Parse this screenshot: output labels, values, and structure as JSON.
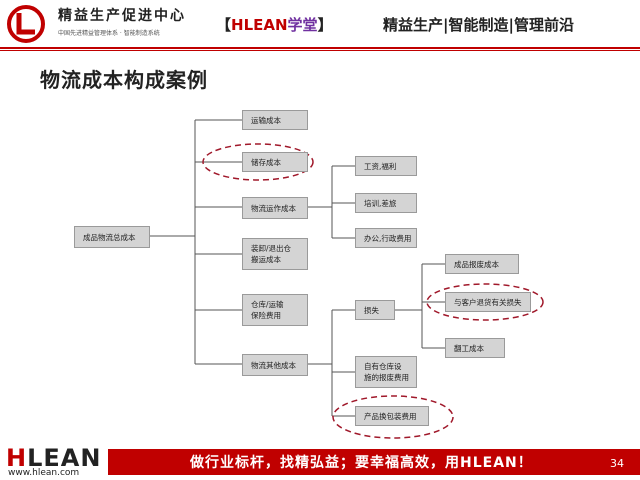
{
  "header": {
    "org_name": "精益生产促进中心",
    "org_sub": "中国先进精益管理体系 · 智能制造系统",
    "brand_open": "【",
    "brand_h": "H",
    "brand_lean": "LEAN",
    "brand_school": "学堂",
    "brand_close": "】",
    "tagline": "精益生产|智能制造|管理前沿"
  },
  "title": "物流成本构成案例",
  "diagram": {
    "root": "成品物流总成本",
    "level1": [
      "运输成本",
      "储存成本",
      "物流运作成本",
      "装卸/退出仓\n搬运成本",
      "仓库/运输\n保险费用",
      "物流其他成本"
    ],
    "ops_children": [
      "工资,福利",
      "培训,差旅",
      "办公,行政费用"
    ],
    "other_children": [
      "损失",
      "自有仓库设\n施的报废费用",
      "产品换包装费用"
    ],
    "loss_children": [
      "成品报废成本",
      "与客户退货有关损失",
      "翻工成本"
    ],
    "highlight_color": "#a0182a"
  },
  "footer": {
    "logo_h": "H",
    "logo_rest": "LEAN",
    "url": "www.hlean.com",
    "slogan": "做行业标杆，找精弘益；要幸福高效，用HLEAN！",
    "page_number": "34"
  },
  "colors": {
    "accent": "#c00000",
    "box_fill": "#d4d4d4"
  }
}
